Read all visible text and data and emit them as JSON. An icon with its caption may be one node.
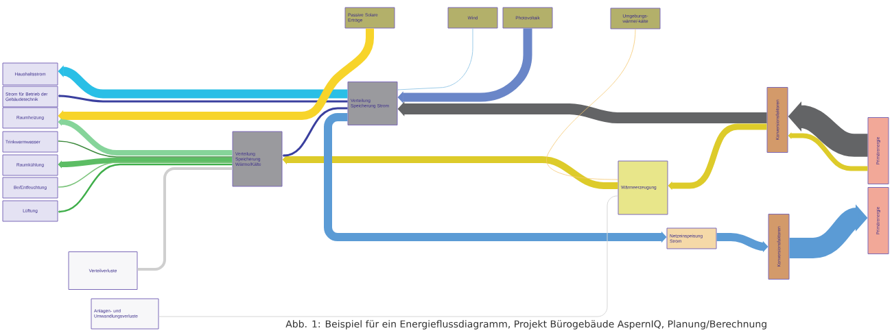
{
  "diagram": {
    "caption": "Abb. 1: Beispiel für ein Energieflussdiagramm, Projekt Bürogebäude AspernIQ, Planung/Berechnung",
    "nodes": [
      {
        "text": [
          "Haushaltsstrom"
        ]
      },
      {
        "text": [
          "Strom für Betrieb der Gebäudetechnik"
        ]
      },
      {
        "text": [
          "Raumheizung"
        ]
      },
      {
        "text": [
          "Trinkwarmwasser"
        ]
      },
      {
        "text": [
          "Raumkühlung"
        ]
      },
      {
        "text": [
          "Be/Entfeuchtung"
        ]
      },
      {
        "text": [
          "Lüftung"
        ]
      },
      {
        "text": [
          "Passive Solare Erträge"
        ]
      },
      {
        "text": [
          "Wind"
        ]
      },
      {
        "text": [
          "Photovoltaik"
        ]
      },
      {
        "text": [
          "Umgebungs- wärme/-kälte"
        ]
      },
      {
        "text": [
          "Verteilung Speicherung Strom"
        ]
      },
      {
        "text": [
          "Verteilung Speicherung Wärme/Kälte"
        ]
      },
      {
        "text": [
          "Verteilverluste"
        ]
      },
      {
        "text": [
          "Anlagen- und Umwandlungsverluste"
        ]
      },
      {
        "text": [
          "Wärmeerzeugung"
        ]
      },
      {
        "text": [
          "Netzeinspeisung Strom"
        ]
      },
      {
        "text": [
          "Konversionsfaktoren"
        ]
      },
      {
        "text": [
          "Konversionsfaktoren"
        ]
      },
      {
        "text": [
          "Primärenergie"
        ]
      },
      {
        "text": [
          "Primärenergie"
        ]
      }
    ],
    "edges": [
      {
        "from": 11,
        "to": 0,
        "arrow": "to",
        "color": "#29bfe6"
      },
      {
        "from": 11,
        "to": 1,
        "arrow": "to",
        "color": "#3a3f9e"
      },
      {
        "from": 7,
        "to": 2,
        "arrow": "to",
        "color": "#f7d42a"
      },
      {
        "from": 12,
        "to": 2,
        "arrow": "to",
        "color": "#86d49a"
      },
      {
        "from": 12,
        "to": 3,
        "arrow": "to",
        "color": "#3e8a3e"
      },
      {
        "from": 12,
        "to": 4,
        "arrow": "to",
        "color": "#5cbd64"
      },
      {
        "from": 12,
        "to": 5,
        "arrow": "to",
        "color": "#7cc47c"
      },
      {
        "from": 12,
        "to": 6,
        "arrow": "to",
        "color": "#3fae4a"
      },
      {
        "from": 8,
        "to": 11,
        "arrow": "to",
        "color": "#9ccbe8"
      },
      {
        "from": 9,
        "to": 11,
        "arrow": "to",
        "color": "#6a86c8"
      },
      {
        "from": 17,
        "to": 11,
        "arrow": "to",
        "style": "thick",
        "color": "#636466"
      },
      {
        "from": 19,
        "to": 17,
        "arrow": "to",
        "style": "thick",
        "color": "#636466"
      },
      {
        "from": 19,
        "to": 17,
        "arrow": "to",
        "color": "#ddcb2a"
      },
      {
        "from": 17,
        "to": 15,
        "arrow": "to",
        "color": "#ddcb2a"
      },
      {
        "from": 15,
        "to": 12,
        "arrow": "to",
        "color": "#ddcb2a"
      },
      {
        "from": 10,
        "to": 15,
        "arrow": "none",
        "color": "#f5c870"
      },
      {
        "from": 11,
        "to": 12,
        "arrow": "to",
        "color": "#3a3f9e"
      },
      {
        "from": 11,
        "to": 16,
        "arrow": "to",
        "color": "#5b9bd5"
      },
      {
        "from": 16,
        "to": 18,
        "arrow": "to",
        "color": "#5b9bd5"
      },
      {
        "from": 18,
        "to": 20,
        "arrow": "to",
        "style": "thick",
        "color": "#5b9bd5"
      },
      {
        "from": 12,
        "to": 13,
        "arrow": "none",
        "color": "#cfcfcf"
      },
      {
        "from": 15,
        "to": 14,
        "arrow": "none",
        "color": "#d6d6d6"
      }
    ]
  }
}
